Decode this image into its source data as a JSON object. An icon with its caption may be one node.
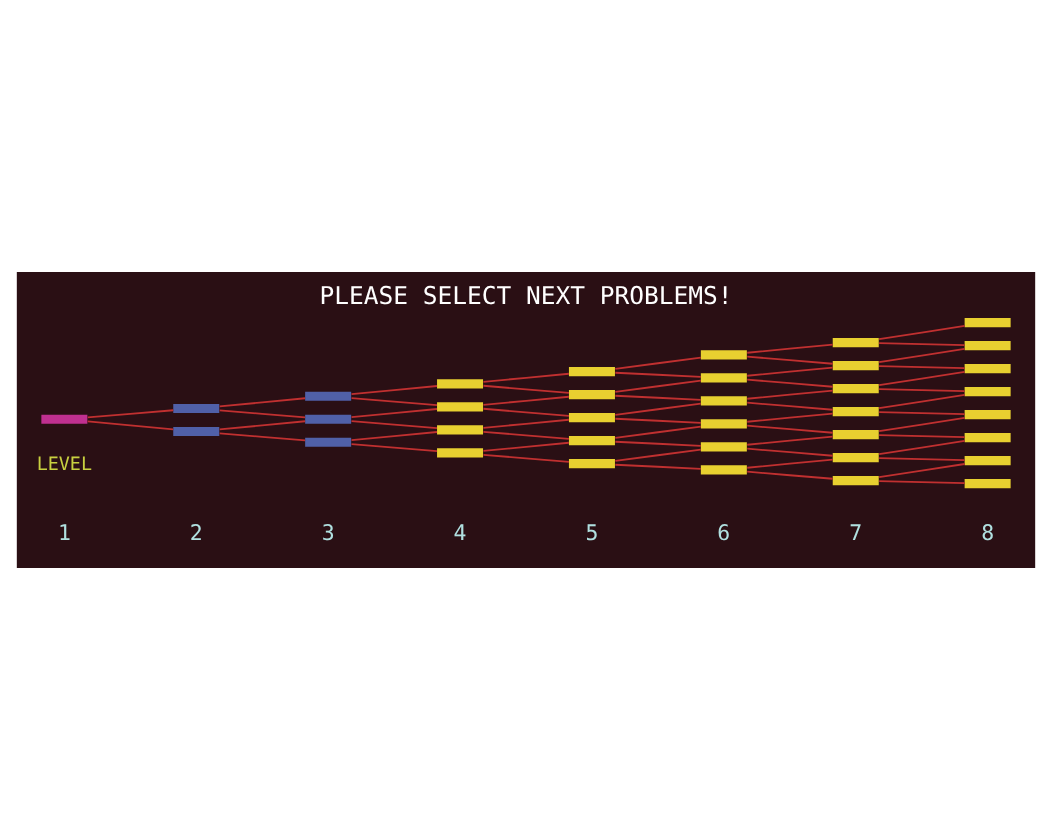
{
  "diagram": {
    "title": "PLEASE SELECT NEXT PROBLEMS!",
    "nodes": [
      {
        "text": [],
        "shape": "bar"
      },
      {
        "text": [],
        "shape": "bar"
      },
      {
        "text": [],
        "shape": "bar"
      },
      {
        "text": [],
        "shape": "bar"
      },
      {
        "text": [],
        "shape": "bar"
      },
      {
        "text": [],
        "shape": "bar"
      },
      {
        "text": [],
        "shape": "bar"
      },
      {
        "text": [],
        "shape": "bar"
      },
      {
        "text": [],
        "shape": "bar"
      },
      {
        "text": [],
        "shape": "bar"
      },
      {
        "text": [],
        "shape": "bar"
      },
      {
        "text": [],
        "shape": "bar"
      },
      {
        "text": [],
        "shape": "bar"
      },
      {
        "text": [],
        "shape": "bar"
      },
      {
        "text": [],
        "shape": "bar"
      },
      {
        "text": [],
        "shape": "bar"
      },
      {
        "text": [],
        "shape": "bar"
      },
      {
        "text": [],
        "shape": "bar"
      },
      {
        "text": [],
        "shape": "bar"
      },
      {
        "text": [],
        "shape": "bar"
      },
      {
        "text": [],
        "shape": "bar"
      },
      {
        "text": [],
        "shape": "bar"
      },
      {
        "text": [],
        "shape": "bar"
      },
      {
        "text": [],
        "shape": "bar"
      },
      {
        "text": [],
        "shape": "bar"
      },
      {
        "text": [],
        "shape": "bar"
      },
      {
        "text": [],
        "shape": "bar"
      },
      {
        "text": [],
        "shape": "bar"
      },
      {
        "text": [],
        "shape": "bar"
      },
      {
        "text": [],
        "shape": "bar"
      },
      {
        "text": [],
        "shape": "bar"
      },
      {
        "text": [],
        "shape": "bar"
      },
      {
        "text": [],
        "shape": "bar"
      },
      {
        "text": [],
        "shape": "bar"
      },
      {
        "text": [],
        "shape": "bar"
      },
      {
        "text": [],
        "shape": "bar"
      }
    ],
    "edges": [
      {
        "from": 0,
        "to": 1,
        "arrow": "none"
      },
      {
        "from": 0,
        "to": 2,
        "arrow": "none"
      },
      {
        "from": 1,
        "to": 3,
        "arrow": "none"
      },
      {
        "from": 1,
        "to": 4,
        "arrow": "none"
      },
      {
        "from": 2,
        "to": 4,
        "arrow": "none"
      },
      {
        "from": 2,
        "to": 5,
        "arrow": "none"
      },
      {
        "from": 3,
        "to": 6,
        "arrow": "none"
      },
      {
        "from": 3,
        "to": 7,
        "arrow": "none"
      },
      {
        "from": 4,
        "to": 7,
        "arrow": "none"
      },
      {
        "from": 4,
        "to": 8,
        "arrow": "none"
      },
      {
        "from": 5,
        "to": 8,
        "arrow": "none"
      },
      {
        "from": 5,
        "to": 9,
        "arrow": "none"
      },
      {
        "from": 6,
        "to": 10,
        "arrow": "none"
      },
      {
        "from": 6,
        "to": 11,
        "arrow": "none"
      },
      {
        "from": 7,
        "to": 11,
        "arrow": "none"
      },
      {
        "from": 7,
        "to": 12,
        "arrow": "none"
      },
      {
        "from": 8,
        "to": 12,
        "arrow": "none"
      },
      {
        "from": 8,
        "to": 13,
        "arrow": "none"
      },
      {
        "from": 9,
        "to": 13,
        "arrow": "none"
      },
      {
        "from": 9,
        "to": 14,
        "arrow": "none"
      },
      {
        "from": 10,
        "to": 15,
        "arrow": "none"
      },
      {
        "from": 10,
        "to": 16,
        "arrow": "none"
      },
      {
        "from": 11,
        "to": 16,
        "arrow": "none"
      },
      {
        "from": 11,
        "to": 17,
        "arrow": "none"
      },
      {
        "from": 12,
        "to": 17,
        "arrow": "none"
      },
      {
        "from": 12,
        "to": 18,
        "arrow": "none"
      },
      {
        "from": 13,
        "to": 18,
        "arrow": "none"
      },
      {
        "from": 13,
        "to": 19,
        "arrow": "none"
      },
      {
        "from": 14,
        "to": 19,
        "arrow": "none"
      },
      {
        "from": 14,
        "to": 20,
        "arrow": "none"
      },
      {
        "from": 15,
        "to": 21,
        "arrow": "none"
      },
      {
        "from": 15,
        "to": 22,
        "arrow": "none"
      },
      {
        "from": 16,
        "to": 22,
        "arrow": "none"
      },
      {
        "from": 16,
        "to": 23,
        "arrow": "none"
      },
      {
        "from": 17,
        "to": 23,
        "arrow": "none"
      },
      {
        "from": 17,
        "to": 24,
        "arrow": "none"
      },
      {
        "from": 18,
        "to": 24,
        "arrow": "none"
      },
      {
        "from": 18,
        "to": 25,
        "arrow": "none"
      },
      {
        "from": 19,
        "to": 25,
        "arrow": "none"
      },
      {
        "from": 19,
        "to": 26,
        "arrow": "none"
      },
      {
        "from": 20,
        "to": 26,
        "arrow": "none"
      },
      {
        "from": 20,
        "to": 27,
        "arrow": "none"
      },
      {
        "from": 21,
        "to": 28,
        "arrow": "none"
      },
      {
        "from": 21,
        "to": 29,
        "arrow": "none"
      },
      {
        "from": 22,
        "to": 29,
        "arrow": "none"
      },
      {
        "from": 22,
        "to": 30,
        "arrow": "none"
      },
      {
        "from": 23,
        "to": 30,
        "arrow": "none"
      },
      {
        "from": 23,
        "to": 31,
        "arrow": "none"
      },
      {
        "from": 24,
        "to": 31,
        "arrow": "none"
      },
      {
        "from": 24,
        "to": 32,
        "arrow": "none"
      },
      {
        "from": 25,
        "to": 32,
        "arrow": "none"
      },
      {
        "from": 25,
        "to": 33,
        "arrow": "none"
      },
      {
        "from": 26,
        "to": 33,
        "arrow": "none"
      },
      {
        "from": 26,
        "to": 34,
        "arrow": "none"
      },
      {
        "from": 27,
        "to": 34,
        "arrow": "none"
      },
      {
        "from": 27,
        "to": 35,
        "arrow": "none"
      }
    ],
    "labels": [
      "LEVEL",
      "1",
      "2",
      "3",
      "4",
      "5",
      "6",
      "7",
      "8"
    ]
  }
}
